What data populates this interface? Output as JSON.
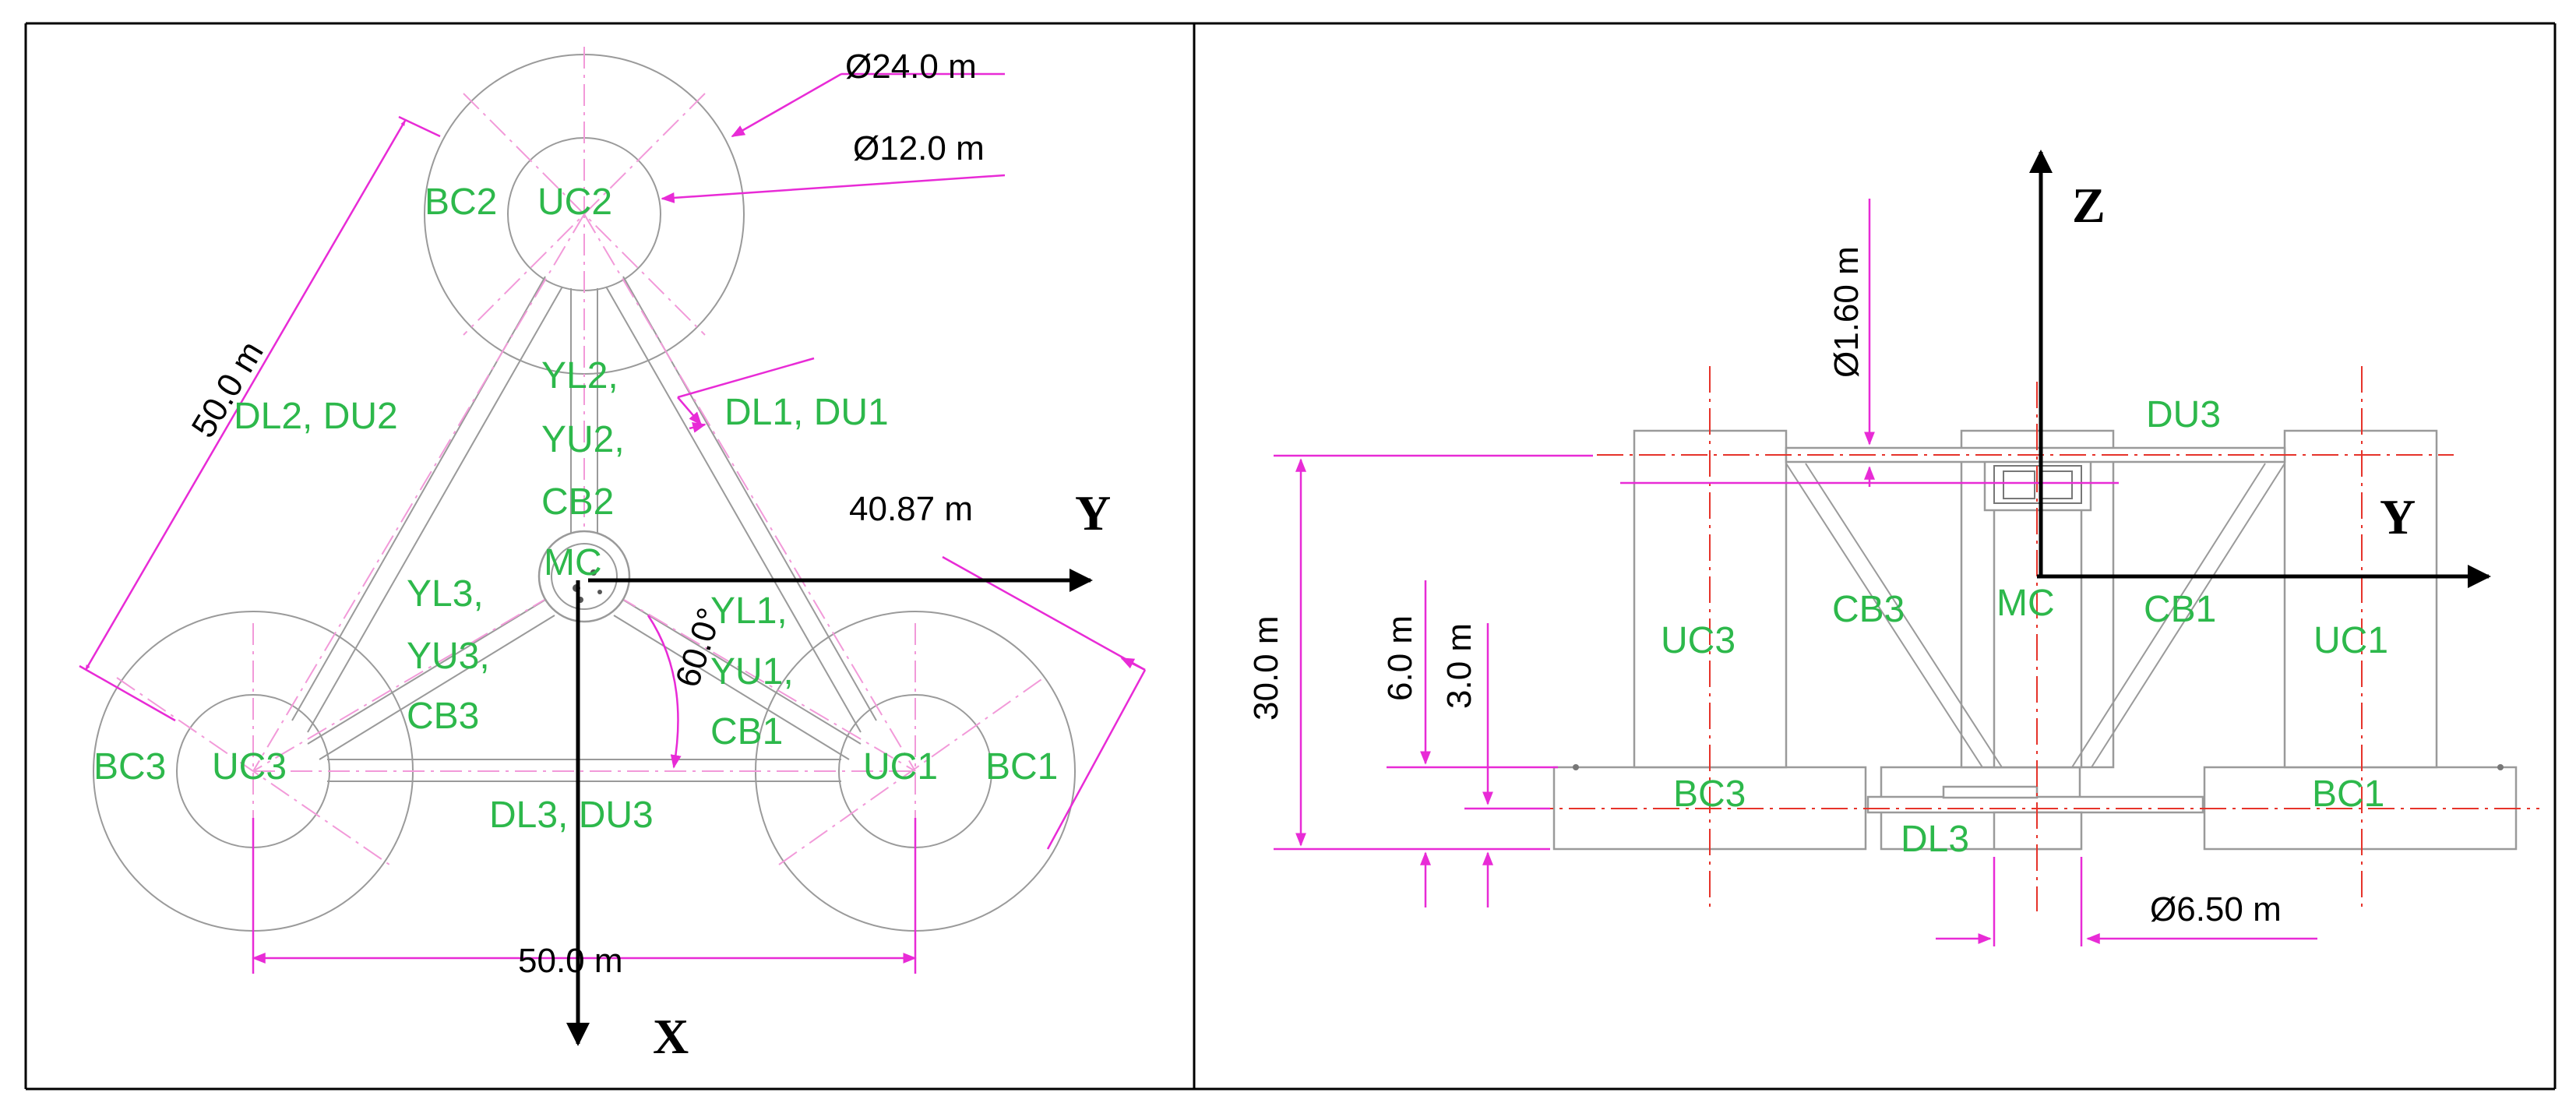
{
  "colors": {
    "label": "#2db84b",
    "dimension": "#e82bd6",
    "centerline": "#e6332a",
    "structure": "#9a9a9a",
    "axis": "#000000"
  },
  "plan_view": {
    "axis_x": "X",
    "axis_y": "Y",
    "dims": {
      "outer_diameter": "Ø24.0 m",
      "inner_diameter": "Ø12.0 m",
      "side_length": "50.0 m",
      "base_length": "50.0 m",
      "offset": "40.87 m",
      "angle": "60.0°"
    },
    "labels": {
      "bc2": "BC2",
      "uc2": "UC2",
      "dl2_du2": "DL2, DU2",
      "yl2": "YL2,",
      "yu2": "YU2,",
      "cb2": "CB2",
      "dl1_du1": "DL1, DU1",
      "mc": "MC",
      "yl3": "YL3,",
      "yu3": "YU3,",
      "cb3": "CB3",
      "yl1": "YL1,",
      "yu1": "YU1,",
      "cb1": "CB1",
      "bc3": "BC3",
      "uc3": "UC3",
      "uc1": "UC1",
      "bc1": "BC1",
      "dl3_du3": "DL3, DU3"
    }
  },
  "elevation_view": {
    "axis_z": "Z",
    "axis_y": "Y",
    "dims": {
      "brace_diameter": "Ø1.60 m",
      "height": "30.0 m",
      "bc_height": "6.0 m",
      "draft": "3.0 m",
      "mc_diameter": "Ø6.50 m"
    },
    "labels": {
      "du3": "DU3",
      "uc3": "UC3",
      "cb3": "CB3",
      "mc": "MC",
      "cb1": "CB1",
      "uc1": "UC1",
      "bc3": "BC3",
      "bc1": "BC1",
      "dl3": "DL3"
    }
  }
}
